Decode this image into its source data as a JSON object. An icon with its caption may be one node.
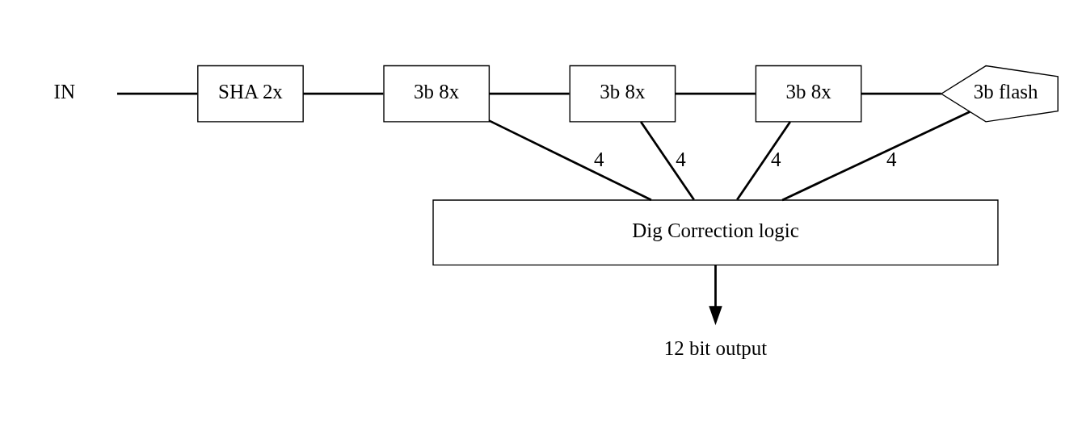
{
  "diagram": {
    "nodes": [
      {
        "text": [
          "IN"
        ]
      },
      {
        "text": [
          "SHA 2x"
        ]
      },
      {
        "text": [
          "3b 8x"
        ]
      },
      {
        "text": [
          "3b 8x"
        ]
      },
      {
        "text": [
          "3b 8x"
        ]
      },
      {
        "text": [
          "3b flash"
        ]
      },
      {
        "text": [
          "Dig Correction logic"
        ]
      },
      {
        "text": [
          "12 bit output"
        ]
      }
    ],
    "edges": [
      {
        "from": 0,
        "to": 1,
        "arrow": "none"
      },
      {
        "from": 1,
        "to": 2,
        "arrow": "none"
      },
      {
        "from": 2,
        "to": 3,
        "arrow": "none"
      },
      {
        "from": 3,
        "to": 4,
        "arrow": "none"
      },
      {
        "from": 4,
        "to": 5,
        "arrow": "none"
      },
      {
        "from": 2,
        "to": 6,
        "label": "4",
        "arrow": "none"
      },
      {
        "from": 3,
        "to": 6,
        "label": "4",
        "arrow": "none"
      },
      {
        "from": 4,
        "to": 6,
        "label": "4",
        "arrow": "none"
      },
      {
        "from": 5,
        "to": 6,
        "label": "4",
        "arrow": "none"
      },
      {
        "from": 6,
        "to": 7,
        "arrow": "to"
      }
    ]
  }
}
